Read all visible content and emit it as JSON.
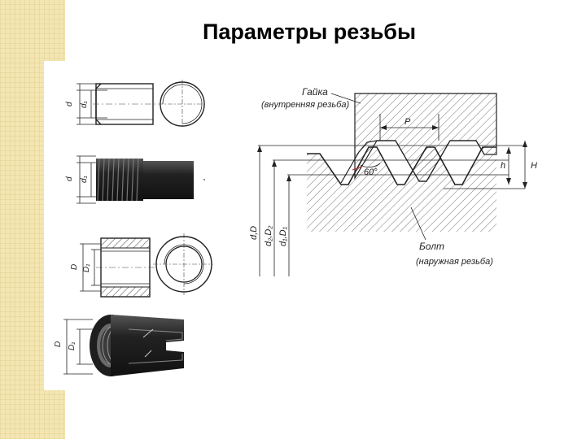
{
  "slide": {
    "title": "Параметры резьбы"
  },
  "labels": {
    "d": "d",
    "d1": "d₁",
    "D": "D",
    "D1": "D₁",
    "nut": "Гайка",
    "nut_sub": "(внутренняя резьба)",
    "bolt": "Болт",
    "bolt_sub": "(наружная резьба)",
    "pitch": "P",
    "angle": "60°",
    "h": "h",
    "H": "H",
    "dD": "d,D",
    "d2D2": "d₂,D₂",
    "d1D1": "d₁,D₁"
  },
  "colors": {
    "accent_strip": "#f3e6b3",
    "ink": "#1a1a1a",
    "dark_fill": "#2b2b2b"
  }
}
